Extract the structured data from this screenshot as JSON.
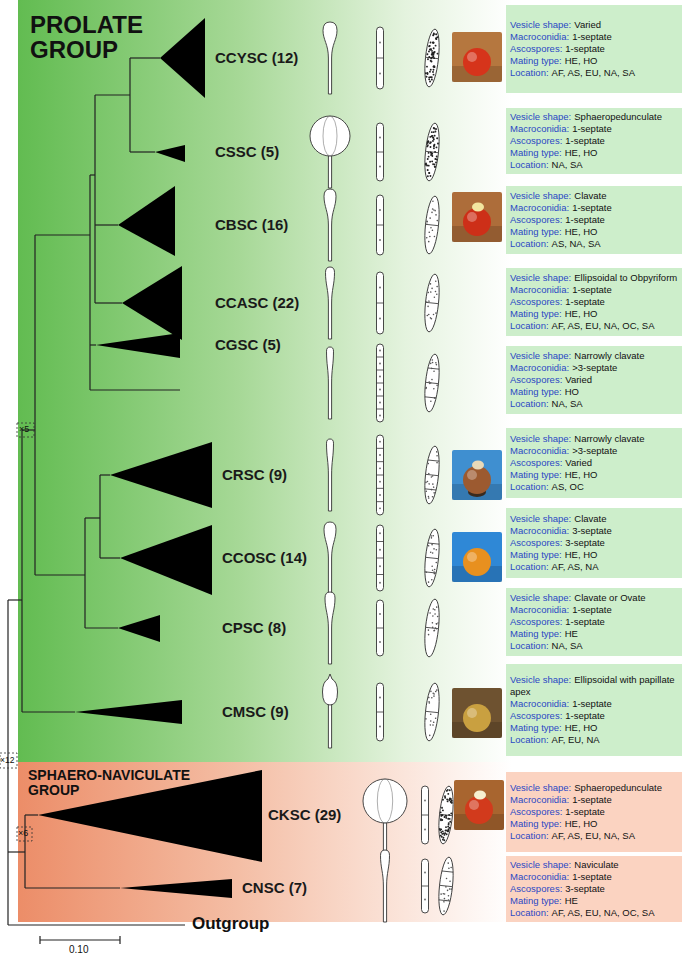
{
  "diagram": {
    "nodes": [
      {
        "text": [
          "PROLATE GROUP"
        ]
      },
      {
        "text": [
          "CCYSC (12)"
        ],
        "in": 0
      },
      {
        "text": [
          "Vesicle shape:",
          "Varied",
          "Macroconidia:",
          "1-septate",
          "Ascospores:",
          "1-septate",
          "Mating type:",
          "HE, HO",
          "Location:",
          "AF, AS, EU, NA, SA"
        ],
        "in": 0
      },
      {
        "text": [
          "CSSC (5)"
        ],
        "in": 0
      },
      {
        "text": [
          "Vesicle shape:",
          "Sphaeropedunculate",
          "Macroconidia:",
          "1-septate",
          "Ascospores:",
          "1-septate",
          "Mating type:",
          "HE, HO",
          "Location:",
          "NA, SA"
        ],
        "in": 0
      },
      {
        "text": [
          "CBSC (16)"
        ],
        "in": 0
      },
      {
        "text": [
          "Vesicle shape:",
          "Clavate",
          "Macroconidia:",
          "1-septate",
          "Ascospores:",
          "1-septate",
          "Mating type:",
          "HE, HO",
          "Location:",
          "AS, NA, SA"
        ],
        "in": 0
      },
      {
        "text": [
          "CCASC (22)"
        ],
        "in": 0
      },
      {
        "text": [
          "Vesicle shape:",
          "Ellipsoidal to Obpyriform",
          "Macroconidia:",
          "1-septate",
          "Ascospores:",
          "1-septate",
          "Mating type:",
          "HE, HO",
          "Location:",
          "AF, AS, EU, NA, OC, SA"
        ],
        "in": 0
      },
      {
        "text": [
          "CGSC (5)"
        ],
        "in": 0
      },
      {
        "text": [
          "Vesicle shape:",
          "Narrowly clavate",
          "Macroconidia:",
          ">3-septate",
          "Ascospores:",
          "Varied",
          "Mating type:",
          "HO",
          "Location:",
          "NA, SA"
        ],
        "in": 0
      },
      {
        "text": [
          "CRSC (9)"
        ],
        "in": 0
      },
      {
        "text": [
          "Vesicle shape:",
          "Narrowly clavate",
          "Macroconidia:",
          ">3-septate",
          "Ascospores:",
          "Varied",
          "Mating type:",
          "HE, HO",
          "Location:",
          "AS, OC"
        ],
        "in": 0
      },
      {
        "text": [
          "CCOSC (14)"
        ],
        "in": 0
      },
      {
        "text": [
          "Vesicle shape:",
          "Clavate",
          "Macroconidia:",
          "3-septate",
          "Ascospores:",
          "3-septate",
          "Mating type:",
          "HE, HO",
          "Location:",
          "AF, AS, NA"
        ],
        "in": 0
      },
      {
        "text": [
          "CPSC (8)"
        ],
        "in": 0
      },
      {
        "text": [
          "Vesicle shape:",
          "Clavate or Ovate",
          "Macroconidia:",
          "1-septate",
          "Ascospores:",
          "1-septate",
          "Mating type:",
          "HE",
          "Location:",
          "NA, SA"
        ],
        "in": 0
      },
      {
        "text": [
          "CMSC (9)"
        ],
        "in": 0
      },
      {
        "text": [
          "Vesicle shape:",
          "Ellipsoidal with papillate apex",
          "Macroconidia:",
          "1-septate",
          "Ascospores:",
          "1-septate",
          "Mating type:",
          "HE, HO",
          "Location:",
          "AF, EU, NA"
        ],
        "in": 0
      },
      {
        "text": [
          "SPHAERO-NAVICULATE GROUP"
        ]
      },
      {
        "text": [
          "CKSC (29)"
        ],
        "in": 19
      },
      {
        "text": [
          "Vesicle shape:",
          "Sphaeropedunculate",
          "Macroconidia:",
          "1-septate",
          "Ascospores:",
          "1-septate",
          "Mating type:",
          "HE, HO",
          "Location:",
          "AF, AS, EU, NA, SA"
        ],
        "in": 19
      },
      {
        "text": [
          "CNSC (7)"
        ],
        "in": 19
      },
      {
        "text": [
          "Vesicle shape:",
          "Naviculate",
          "Macroconidia:",
          "1-septate",
          "Ascospores:",
          "3-septate",
          "Mating type:",
          "HE",
          "Location:",
          "AF, AS, EU, NA, OC, SA"
        ],
        "in": 19
      }
    ],
    "labels": [
      "×5",
      "×12",
      "×6",
      "0.10",
      "Outgroup"
    ]
  }
}
